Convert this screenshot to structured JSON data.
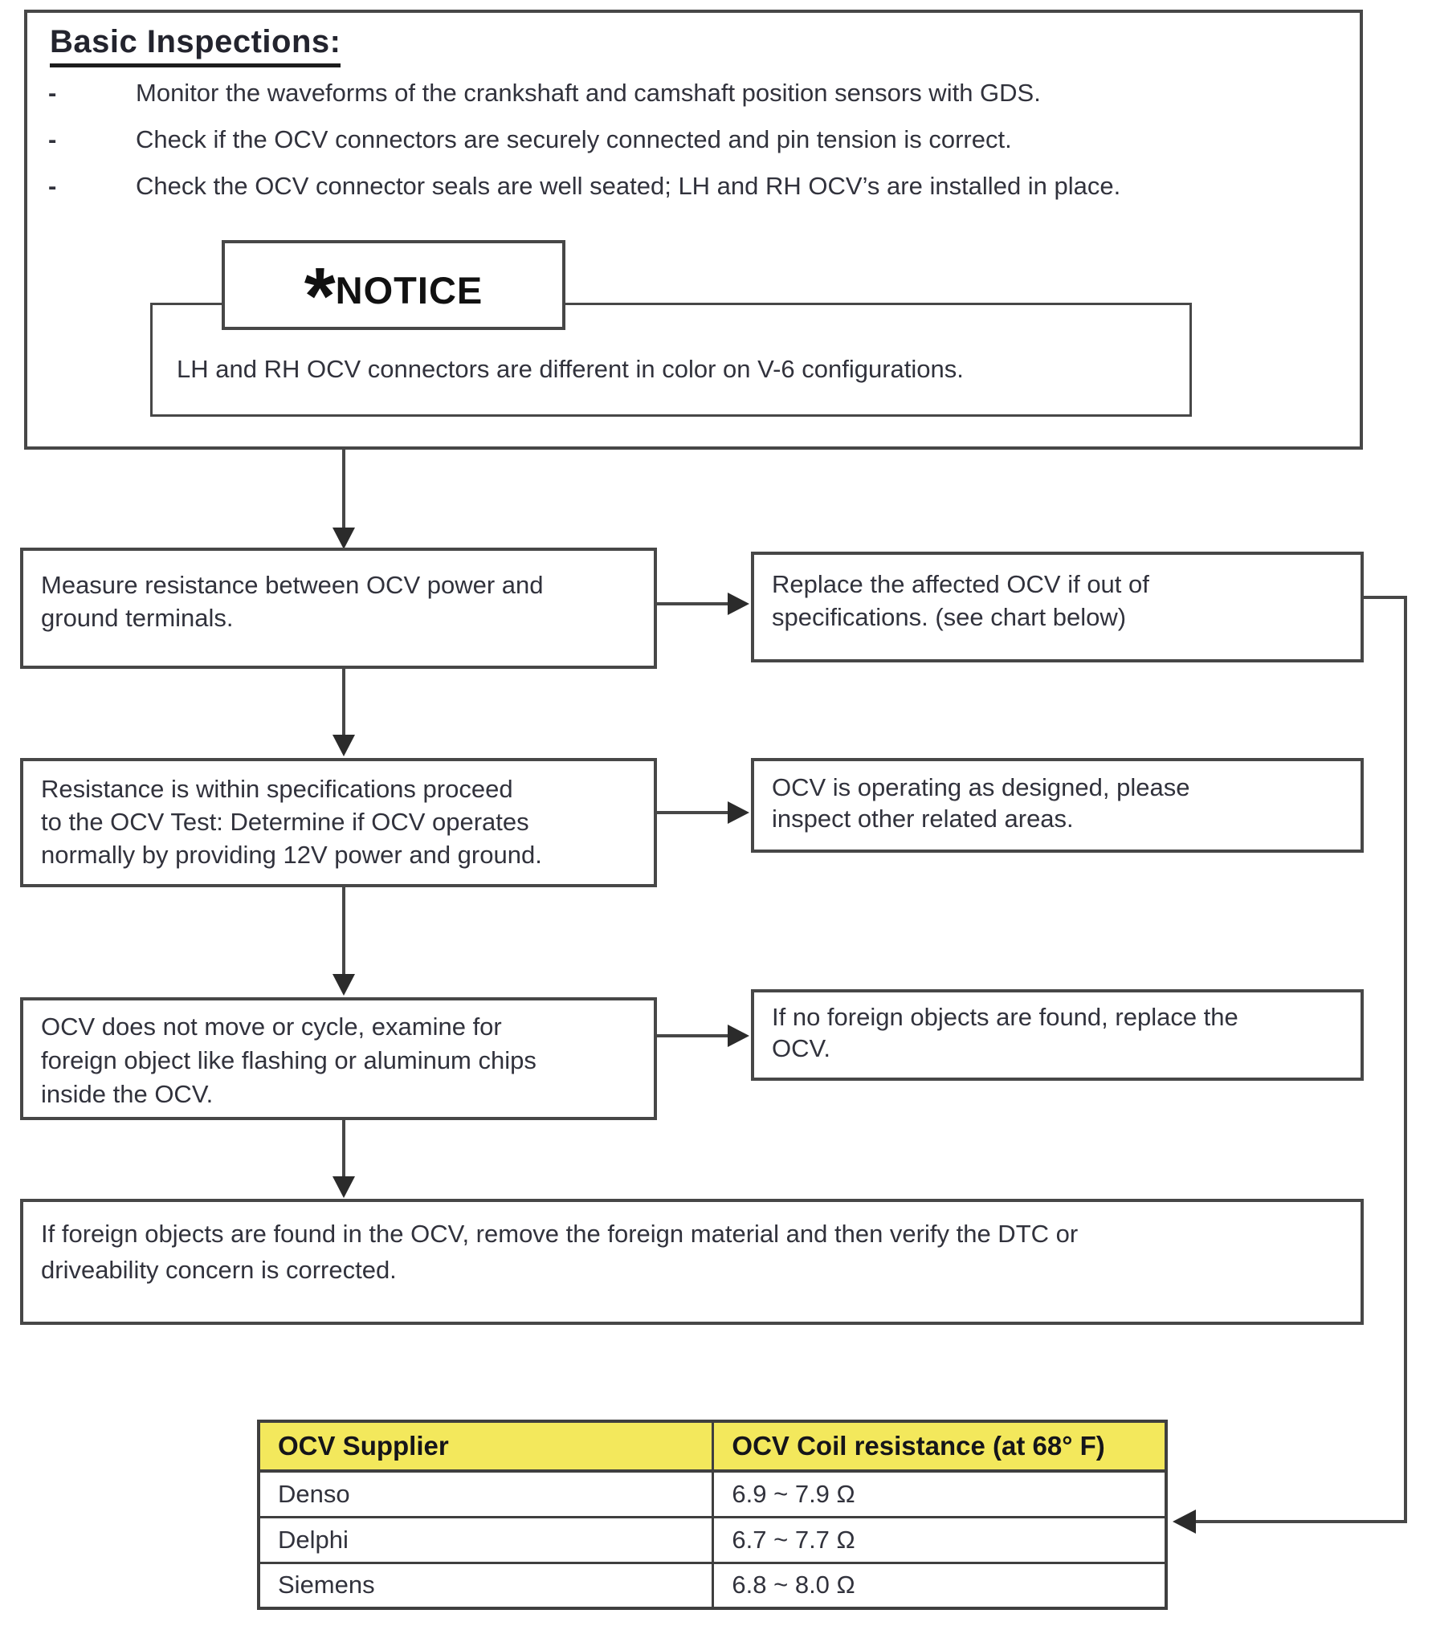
{
  "colors": {
    "line": "#474747",
    "text": "#31323c",
    "table_header_bg": "#f3e85c",
    "page_bg": "#ffffff"
  },
  "basic_inspections": {
    "title": "Basic Inspections:",
    "bullets": [
      {
        "marker": "-",
        "text": "Monitor the waveforms of the crankshaft and camshaft position sensors with GDS."
      },
      {
        "marker": "-",
        "text": "Check if the OCV connectors are securely connected and pin tension is correct."
      },
      {
        "marker": "-",
        "text": "Check the OCV connector seals are well seated; LH and RH OCV’s are installed in place."
      }
    ],
    "notice": {
      "symbol": "*",
      "label": "NOTICE",
      "text": "LH and RH OCV connectors are different in color on V-6 configurations."
    }
  },
  "flowchart": {
    "step_measure": "Measure resistance between OCV power and\nground terminals.",
    "result_replace": "Replace the affected OCV if out of\nspecifications. (see chart below)",
    "step_ocv_test": "Resistance is within specifications proceed\nto the OCV Test: Determine if OCV operates\nnormally by providing 12V power and ground.",
    "result_operating": "OCV is operating as designed, please\ninspect other related areas.",
    "step_examine": "OCV does not move or cycle, examine for\nforeign object like flashing or aluminum chips\ninside the OCV.",
    "result_no_foreign": "If no foreign objects are found, replace the\nOCV.",
    "step_foreign_found": "If foreign objects are found in the OCV, remove the foreign material and then verify the DTC or\ndriveability concern is corrected."
  },
  "spec_table": {
    "headers": [
      "OCV Supplier",
      "OCV Coil resistance (at 68° F)"
    ],
    "rows": [
      {
        "supplier": "Denso",
        "resistance": "6.9 ~ 7.9 Ω"
      },
      {
        "supplier": "Delphi",
        "resistance": "6.7 ~ 7.7 Ω"
      },
      {
        "supplier": "Siemens",
        "resistance": "6.8 ~ 8.0 Ω"
      }
    ]
  }
}
